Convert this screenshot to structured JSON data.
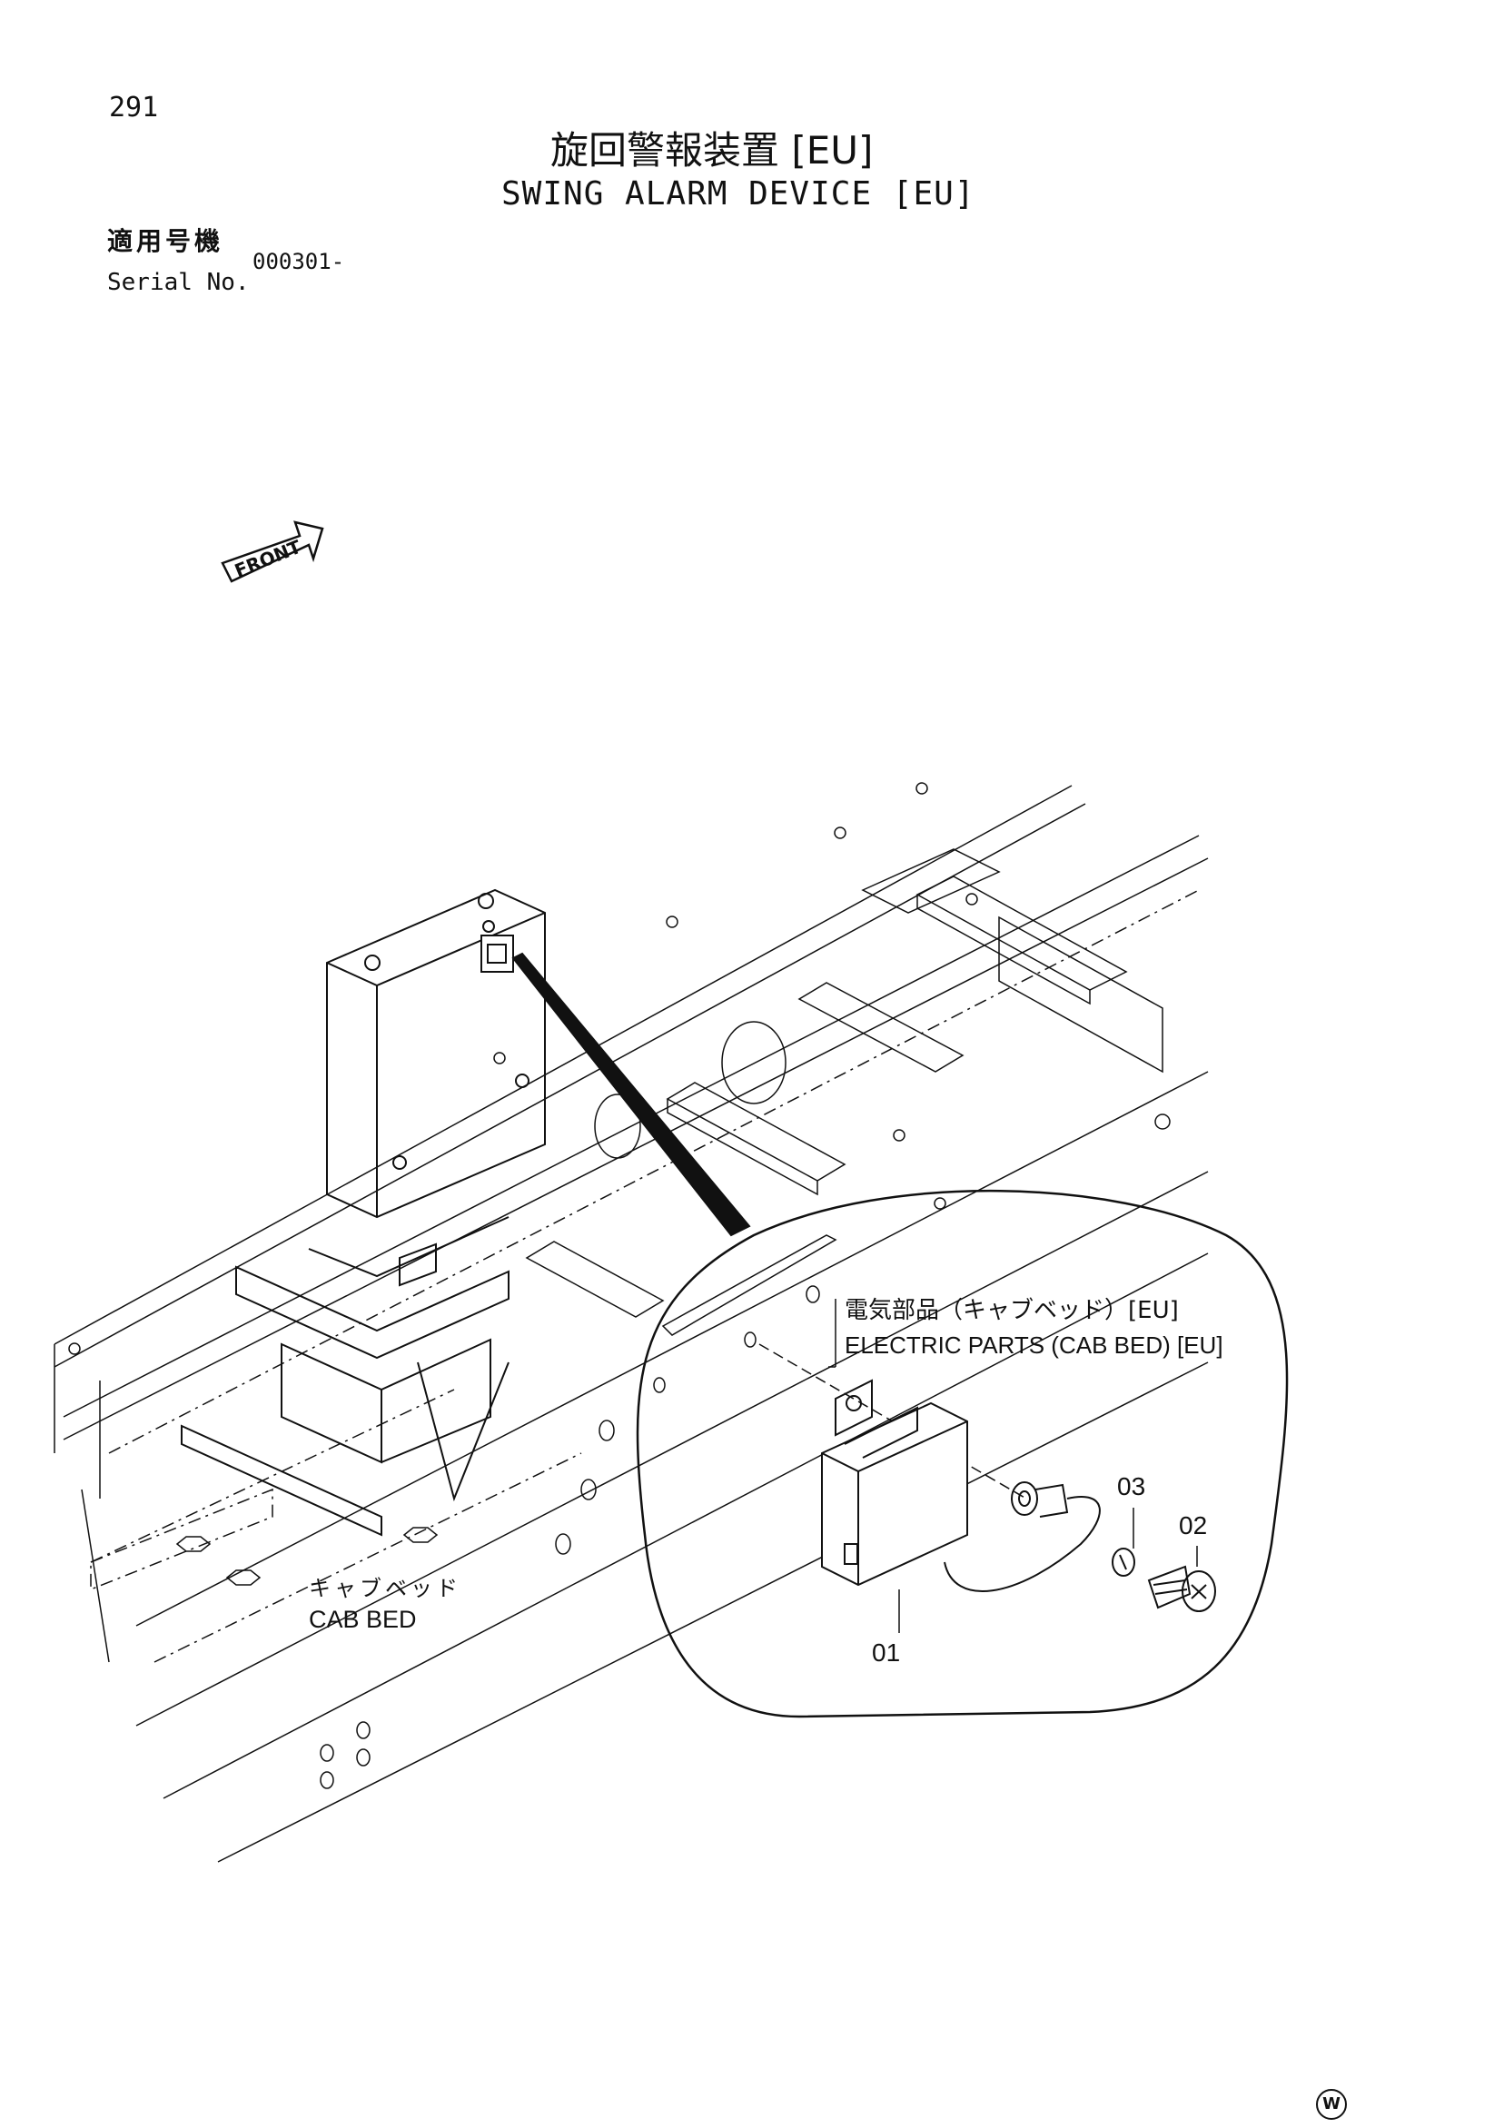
{
  "header": {
    "page_number": "291",
    "title_jp": "旋回警報装置 [EU]",
    "title_en": "SWING ALARM DEVICE [EU]"
  },
  "serial": {
    "label_jp": "適用号機",
    "label_en": "Serial No.",
    "value": "000301-"
  },
  "front_indicator": {
    "label": "FRONT"
  },
  "callout": {
    "label_jp": "電気部品（キャブベッド）[EU]",
    "label_en": "ELECTRIC PARTS (CAB BED) [EU]"
  },
  "cab_bed": {
    "label_jp": "キャブベッド",
    "label_en": "CAB BED"
  },
  "parts": [
    {
      "number": "01"
    },
    {
      "number": "02"
    },
    {
      "number": "03"
    }
  ],
  "watermark": {
    "label": "W"
  }
}
